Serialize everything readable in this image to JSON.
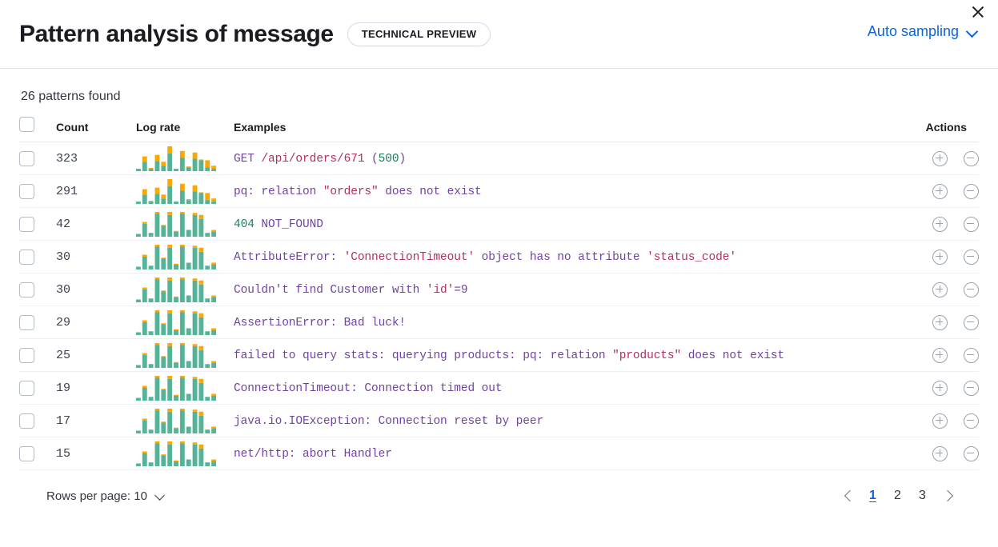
{
  "header": {
    "title": "Pattern analysis of message",
    "badge": "TECHNICAL PREVIEW",
    "sampling_label": "Auto sampling",
    "chevron_icon": "chevron-down-icon",
    "close_icon": "close-icon"
  },
  "summary": {
    "patterns_found": "26 patterns found"
  },
  "table": {
    "columns": {
      "select": "",
      "count": "Count",
      "log_rate": "Log rate",
      "examples": "Examples",
      "actions": "Actions"
    },
    "action_icons": {
      "add": "plus-circle-icon",
      "remove": "minus-circle-icon"
    },
    "rows": [
      {
        "count": "323",
        "example": "GET /api/orders/671 (500)",
        "tokens": [
          {
            "t": "GET ",
            "c": "base"
          },
          {
            "t": "/api/orders/671",
            "c": "str"
          },
          {
            "t": " (",
            "c": "base"
          },
          {
            "t": "500",
            "c": "num"
          },
          {
            "t": ")",
            "c": "base"
          }
        ],
        "sparkline": {
          "teal": [
            2,
            11,
            2,
            12,
            6,
            22,
            2,
            16,
            4,
            15,
            13,
            4,
            2
          ],
          "orange": [
            0,
            7,
            1,
            8,
            5,
            9,
            0,
            9,
            1,
            8,
            1,
            9,
            4
          ]
        }
      },
      {
        "count": "291",
        "example": "pq: relation \"orders\" does not exist",
        "tokens": [
          {
            "t": "pq: relation ",
            "c": "base"
          },
          {
            "t": "\"orders\"",
            "c": "str"
          },
          {
            "t": " does not exist",
            "c": "base"
          }
        ],
        "sparkline": {
          "teal": [
            2,
            11,
            2,
            12,
            6,
            22,
            2,
            16,
            4,
            15,
            13,
            4,
            2
          ],
          "orange": [
            0,
            7,
            1,
            8,
            5,
            9,
            0,
            9,
            1,
            8,
            1,
            9,
            4
          ]
        }
      },
      {
        "count": "42",
        "example": "404 NOT_FOUND",
        "tokens": [
          {
            "t": "404",
            "c": "num"
          },
          {
            "t": " NOT_FOUND",
            "c": "base"
          }
        ],
        "sparkline": {
          "teal": [
            2,
            12,
            3,
            22,
            10,
            21,
            4,
            22,
            6,
            21,
            17,
            3,
            4
          ],
          "orange": [
            0,
            2,
            0,
            2,
            1,
            3,
            1,
            2,
            0,
            2,
            4,
            0,
            2
          ]
        }
      },
      {
        "count": "30",
        "example": "AttributeError: 'ConnectionTimeout' object has no attribute 'status_code'",
        "tokens": [
          {
            "t": "AttributeError: ",
            "c": "base"
          },
          {
            "t": "'ConnectionTimeout'",
            "c": "str"
          },
          {
            "t": " object has no attribute ",
            "c": "base"
          },
          {
            "t": "'status_code'",
            "c": "str"
          }
        ],
        "sparkline": {
          "teal": [
            2,
            12,
            3,
            22,
            10,
            21,
            4,
            22,
            6,
            21,
            17,
            3,
            4
          ],
          "orange": [
            0,
            2,
            0,
            2,
            1,
            3,
            1,
            2,
            0,
            2,
            4,
            0,
            2
          ]
        }
      },
      {
        "count": "30",
        "example": "Couldn't find Customer with 'id'=9",
        "tokens": [
          {
            "t": "Couldn't find Customer with ",
            "c": "base"
          },
          {
            "t": "'id'",
            "c": "str"
          },
          {
            "t": "=9",
            "c": "base"
          }
        ],
        "sparkline": {
          "teal": [
            2,
            12,
            3,
            22,
            10,
            21,
            4,
            22,
            6,
            21,
            17,
            3,
            4
          ],
          "orange": [
            0,
            2,
            0,
            2,
            1,
            3,
            1,
            2,
            0,
            2,
            4,
            0,
            2
          ]
        }
      },
      {
        "count": "29",
        "example": "AssertionError: Bad luck!",
        "tokens": [
          {
            "t": "AssertionError: Bad luck!",
            "c": "base"
          }
        ],
        "sparkline": {
          "teal": [
            2,
            12,
            3,
            22,
            10,
            21,
            4,
            22,
            6,
            21,
            17,
            3,
            4
          ],
          "orange": [
            0,
            2,
            0,
            2,
            1,
            3,
            1,
            2,
            0,
            2,
            4,
            0,
            2
          ]
        }
      },
      {
        "count": "25",
        "example": "failed to query stats: querying products: pq: relation \"products\" does not exist",
        "tokens": [
          {
            "t": "failed to query stats: querying products: pq: relation ",
            "c": "base"
          },
          {
            "t": "\"products\"",
            "c": "str"
          },
          {
            "t": " does not exist",
            "c": "base"
          }
        ],
        "sparkline": {
          "teal": [
            2,
            12,
            3,
            22,
            10,
            21,
            4,
            22,
            6,
            21,
            17,
            3,
            4
          ],
          "orange": [
            0,
            2,
            0,
            2,
            1,
            3,
            1,
            2,
            0,
            2,
            4,
            0,
            2
          ]
        }
      },
      {
        "count": "19",
        "example": "ConnectionTimeout: Connection timed out",
        "tokens": [
          {
            "t": "ConnectionTimeout: Connection timed out",
            "c": "base"
          }
        ],
        "sparkline": {
          "teal": [
            2,
            12,
            3,
            22,
            10,
            21,
            4,
            22,
            6,
            21,
            17,
            3,
            4
          ],
          "orange": [
            0,
            2,
            0,
            2,
            1,
            3,
            1,
            2,
            0,
            2,
            4,
            0,
            2
          ]
        }
      },
      {
        "count": "17",
        "example": "java.io.IOException: Connection reset by peer",
        "tokens": [
          {
            "t": "java.io.IOException: Connection reset by peer",
            "c": "base"
          }
        ],
        "sparkline": {
          "teal": [
            2,
            12,
            3,
            22,
            10,
            21,
            4,
            22,
            6,
            21,
            17,
            3,
            4
          ],
          "orange": [
            0,
            2,
            0,
            2,
            1,
            3,
            1,
            2,
            0,
            2,
            4,
            0,
            2
          ]
        }
      },
      {
        "count": "15",
        "example": "net/http: abort Handler",
        "tokens": [
          {
            "t": "net/http: abort Handler",
            "c": "base"
          }
        ],
        "sparkline": {
          "teal": [
            2,
            12,
            3,
            22,
            10,
            21,
            4,
            22,
            6,
            21,
            17,
            3,
            4
          ],
          "orange": [
            0,
            2,
            0,
            2,
            1,
            3,
            1,
            2,
            0,
            2,
            4,
            0,
            2
          ]
        }
      }
    ]
  },
  "footer": {
    "rows_per_page_label": "Rows per page: 10",
    "rows_chevron_icon": "chevron-down-icon",
    "prev_icon": "chevron-left-icon",
    "next_icon": "chevron-right-icon",
    "pages": [
      "1",
      "2",
      "3"
    ],
    "active_page": "1"
  },
  "colors": {
    "accent_link": "#0b64dd",
    "spark_teal": "#54b399",
    "spark_orange": "#fca700",
    "example_base": "#7143a0",
    "example_string": "#b0315a",
    "example_number": "#1a7f5a"
  }
}
